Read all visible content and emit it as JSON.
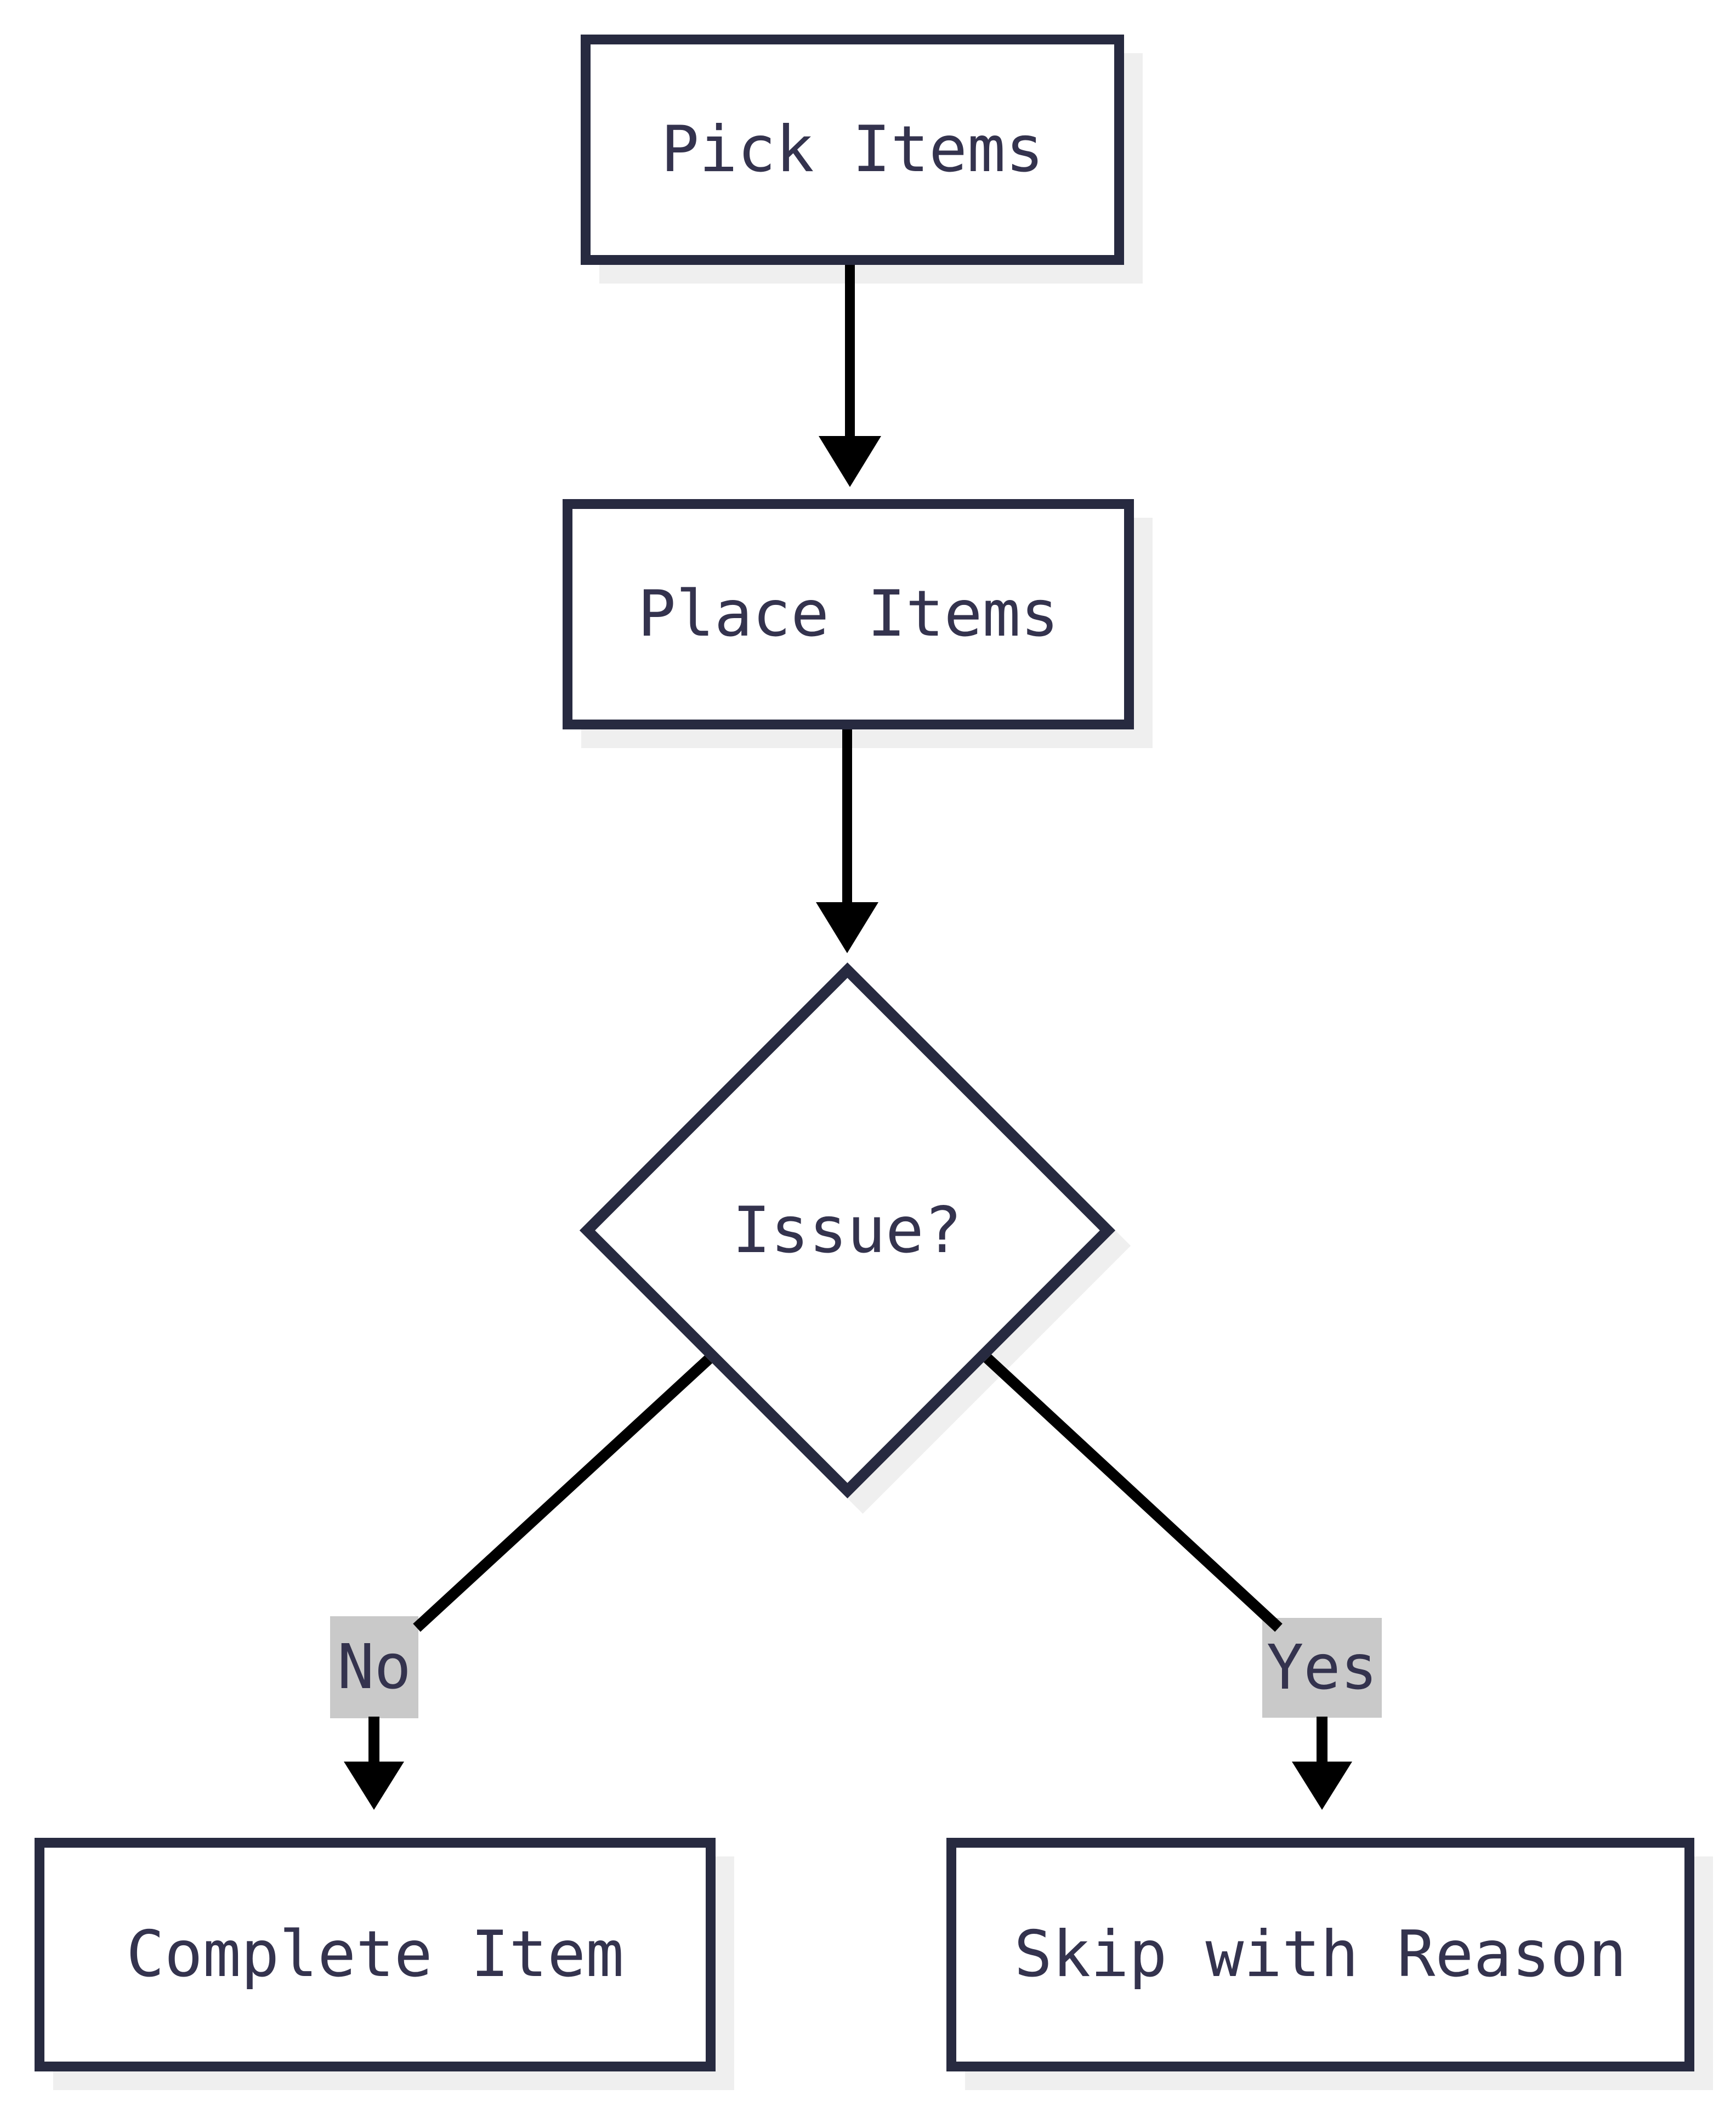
{
  "diagram": {
    "type": "flowchart",
    "direction": "top-down",
    "nodes": [
      {
        "id": "pick",
        "shape": "rectangle",
        "label": "Pick Items"
      },
      {
        "id": "place",
        "shape": "rectangle",
        "label": "Place Items"
      },
      {
        "id": "issue",
        "shape": "diamond",
        "label": "Issue?"
      },
      {
        "id": "complete",
        "shape": "rectangle",
        "label": "Complete Item"
      },
      {
        "id": "skip",
        "shape": "rectangle",
        "label": "Skip with Reason"
      }
    ],
    "edges": [
      {
        "from": "pick",
        "to": "place",
        "label": ""
      },
      {
        "from": "place",
        "to": "issue",
        "label": ""
      },
      {
        "from": "issue",
        "to": "complete",
        "label": "No"
      },
      {
        "from": "issue",
        "to": "skip",
        "label": "Yes"
      }
    ],
    "colors": {
      "background": "#ffffff",
      "node_border": "#272a40",
      "node_fill": "#ffffff",
      "text": "#34334e",
      "edge_line": "#000000",
      "edge_label_bg": "#c9c9c9",
      "shadow": "#efefef"
    }
  }
}
